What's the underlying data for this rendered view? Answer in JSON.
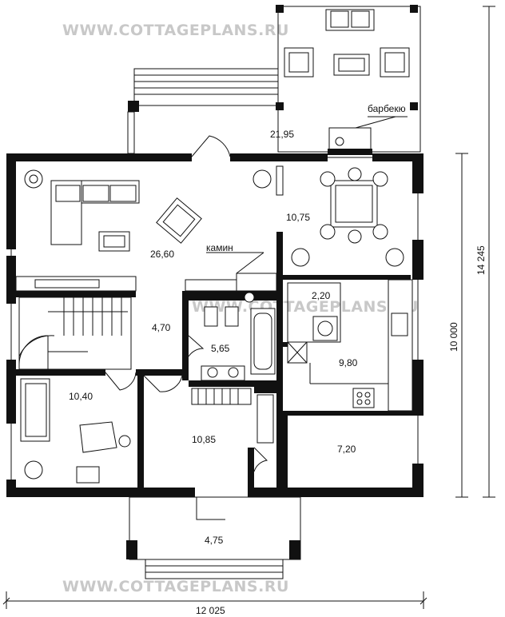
{
  "watermark": "WWW.COTTAGEPLANS.RU",
  "rooms": [
    {
      "id": "terrace",
      "area": "21,95"
    },
    {
      "id": "living",
      "area": "26,60"
    },
    {
      "id": "dining",
      "area": "10,75"
    },
    {
      "id": "hall",
      "area": "4,70"
    },
    {
      "id": "bathroom",
      "area": "5,65"
    },
    {
      "id": "storage",
      "area": "2,20"
    },
    {
      "id": "kitchen",
      "area": "9,80"
    },
    {
      "id": "study",
      "area": "10,40"
    },
    {
      "id": "entrance",
      "area": "10,85"
    },
    {
      "id": "bedroom",
      "area": "7,20"
    },
    {
      "id": "porch",
      "area": "4,75"
    }
  ],
  "labels": {
    "bbq": "барбекю",
    "fireplace": "камин"
  },
  "dimensions": {
    "width": "12 025",
    "depth_total": "14 245",
    "depth_house": "10 000"
  }
}
